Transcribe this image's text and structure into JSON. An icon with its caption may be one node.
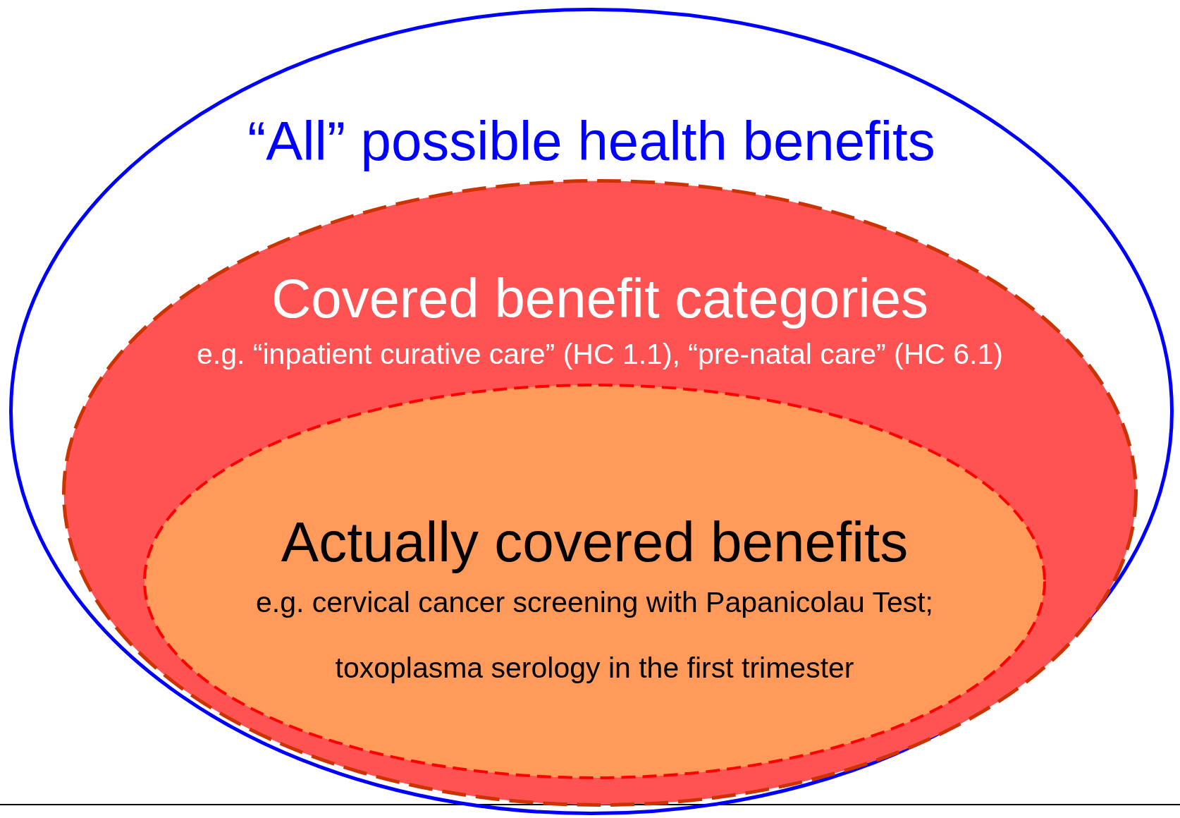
{
  "diagram": {
    "nodes": [
      {
        "text": [
          "“All” possible health benefits"
        ]
      },
      {
        "text": [
          "Covered benefit categories",
          "e.g. “inpatient curative care” (HC 1.1), “pre-natal care” (HC 6.1)"
        ],
        "in": 0
      },
      {
        "text": [
          "Actually covered benefits",
          "e.g. cervical cancer screening with Papanicolau Test;",
          "toxoplasma serology in the first trimester"
        ],
        "in": 1
      }
    ]
  }
}
